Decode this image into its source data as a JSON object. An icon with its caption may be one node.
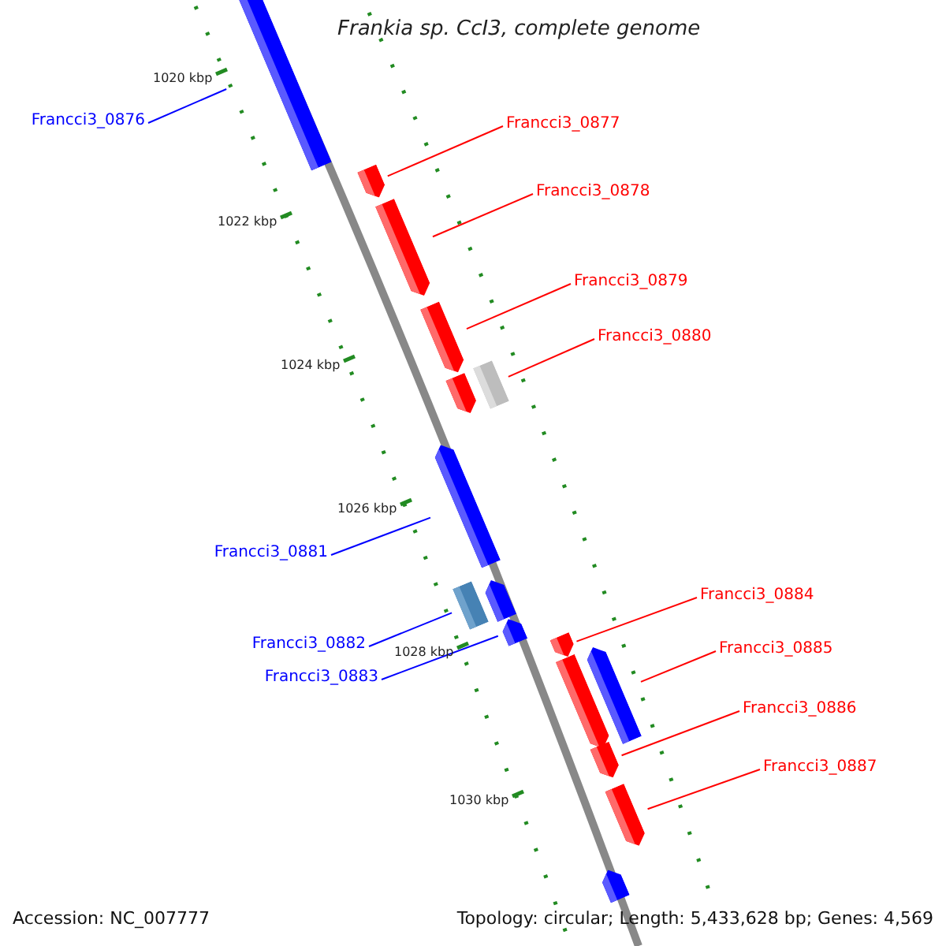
{
  "diagram": {
    "title": "Frankia sp. CcI3, complete genome",
    "nodes": [
      {
        "text": [
          "Francci3_0876"
        ]
      },
      {
        "text": [
          "Francci3_0877"
        ]
      },
      {
        "text": [
          "Francci3_0878"
        ]
      },
      {
        "text": [
          "Francci3_0879"
        ]
      },
      {
        "text": [
          "Francci3_0880"
        ]
      },
      {
        "text": [
          "Francci3_0881"
        ]
      },
      {
        "text": [
          "Francci3_0882"
        ]
      },
      {
        "text": [
          "Francci3_0883"
        ]
      },
      {
        "text": [
          "Francci3_0884"
        ]
      },
      {
        "text": [
          "Francci3_0885"
        ]
      },
      {
        "text": [
          "Francci3_0886"
        ]
      },
      {
        "text": [
          "Francci3_0887"
        ]
      },
      {
        "text": [],
        "shape": "bar"
      },
      {
        "text": [],
        "shape": "bar"
      },
      {
        "text": [],
        "shape": "bar"
      },
      {
        "text": [],
        "shape": "bar"
      },
      {
        "text": [],
        "shape": "bar"
      },
      {
        "text": [],
        "shape": "bar"
      },
      {
        "text": [],
        "shape": "bar"
      },
      {
        "text": [],
        "shape": "bar"
      },
      {
        "text": [],
        "shape": "bar"
      },
      {
        "text": [],
        "shape": "bar"
      },
      {
        "text": [],
        "shape": "bar"
      },
      {
        "text": [],
        "shape": "bar"
      },
      {
        "text": [],
        "shape": "bar"
      },
      {
        "text": [],
        "shape": "bar"
      },
      {
        "text": [],
        "shape": "bar"
      },
      {
        "text": [],
        "shape": "bar"
      }
    ],
    "edges": [
      {
        "from": 0,
        "to": 12,
        "arrow": "none",
        "color": "#0000ff"
      },
      {
        "from": 1,
        "to": 13,
        "arrow": "none"
      },
      {
        "from": 2,
        "to": 14,
        "arrow": "none"
      },
      {
        "from": 3,
        "to": 15,
        "arrow": "none"
      },
      {
        "from": 4,
        "to": 17,
        "arrow": "none"
      },
      {
        "from": 5,
        "to": 18,
        "arrow": "none",
        "color": "#0000ff"
      },
      {
        "from": 6,
        "to": 19,
        "arrow": "none",
        "color": "#0000ff"
      },
      {
        "from": 7,
        "to": 21,
        "arrow": "none",
        "color": "#0000ff"
      },
      {
        "from": 8,
        "to": 22,
        "arrow": "none"
      },
      {
        "from": 9,
        "to": 24,
        "arrow": "none"
      },
      {
        "from": 10,
        "to": 25,
        "arrow": "none"
      },
      {
        "from": 11,
        "to": 26,
        "arrow": "none"
      }
    ],
    "labels": [
      "1020 kbp",
      "1022 kbp",
      "1024 kbp",
      "1026 kbp",
      "1028 kbp",
      "1030 kbp",
      "Accession: NC_007777",
      "Topology: circular; Length: 5,433,628 bp; Genes: 4,569"
    ]
  }
}
